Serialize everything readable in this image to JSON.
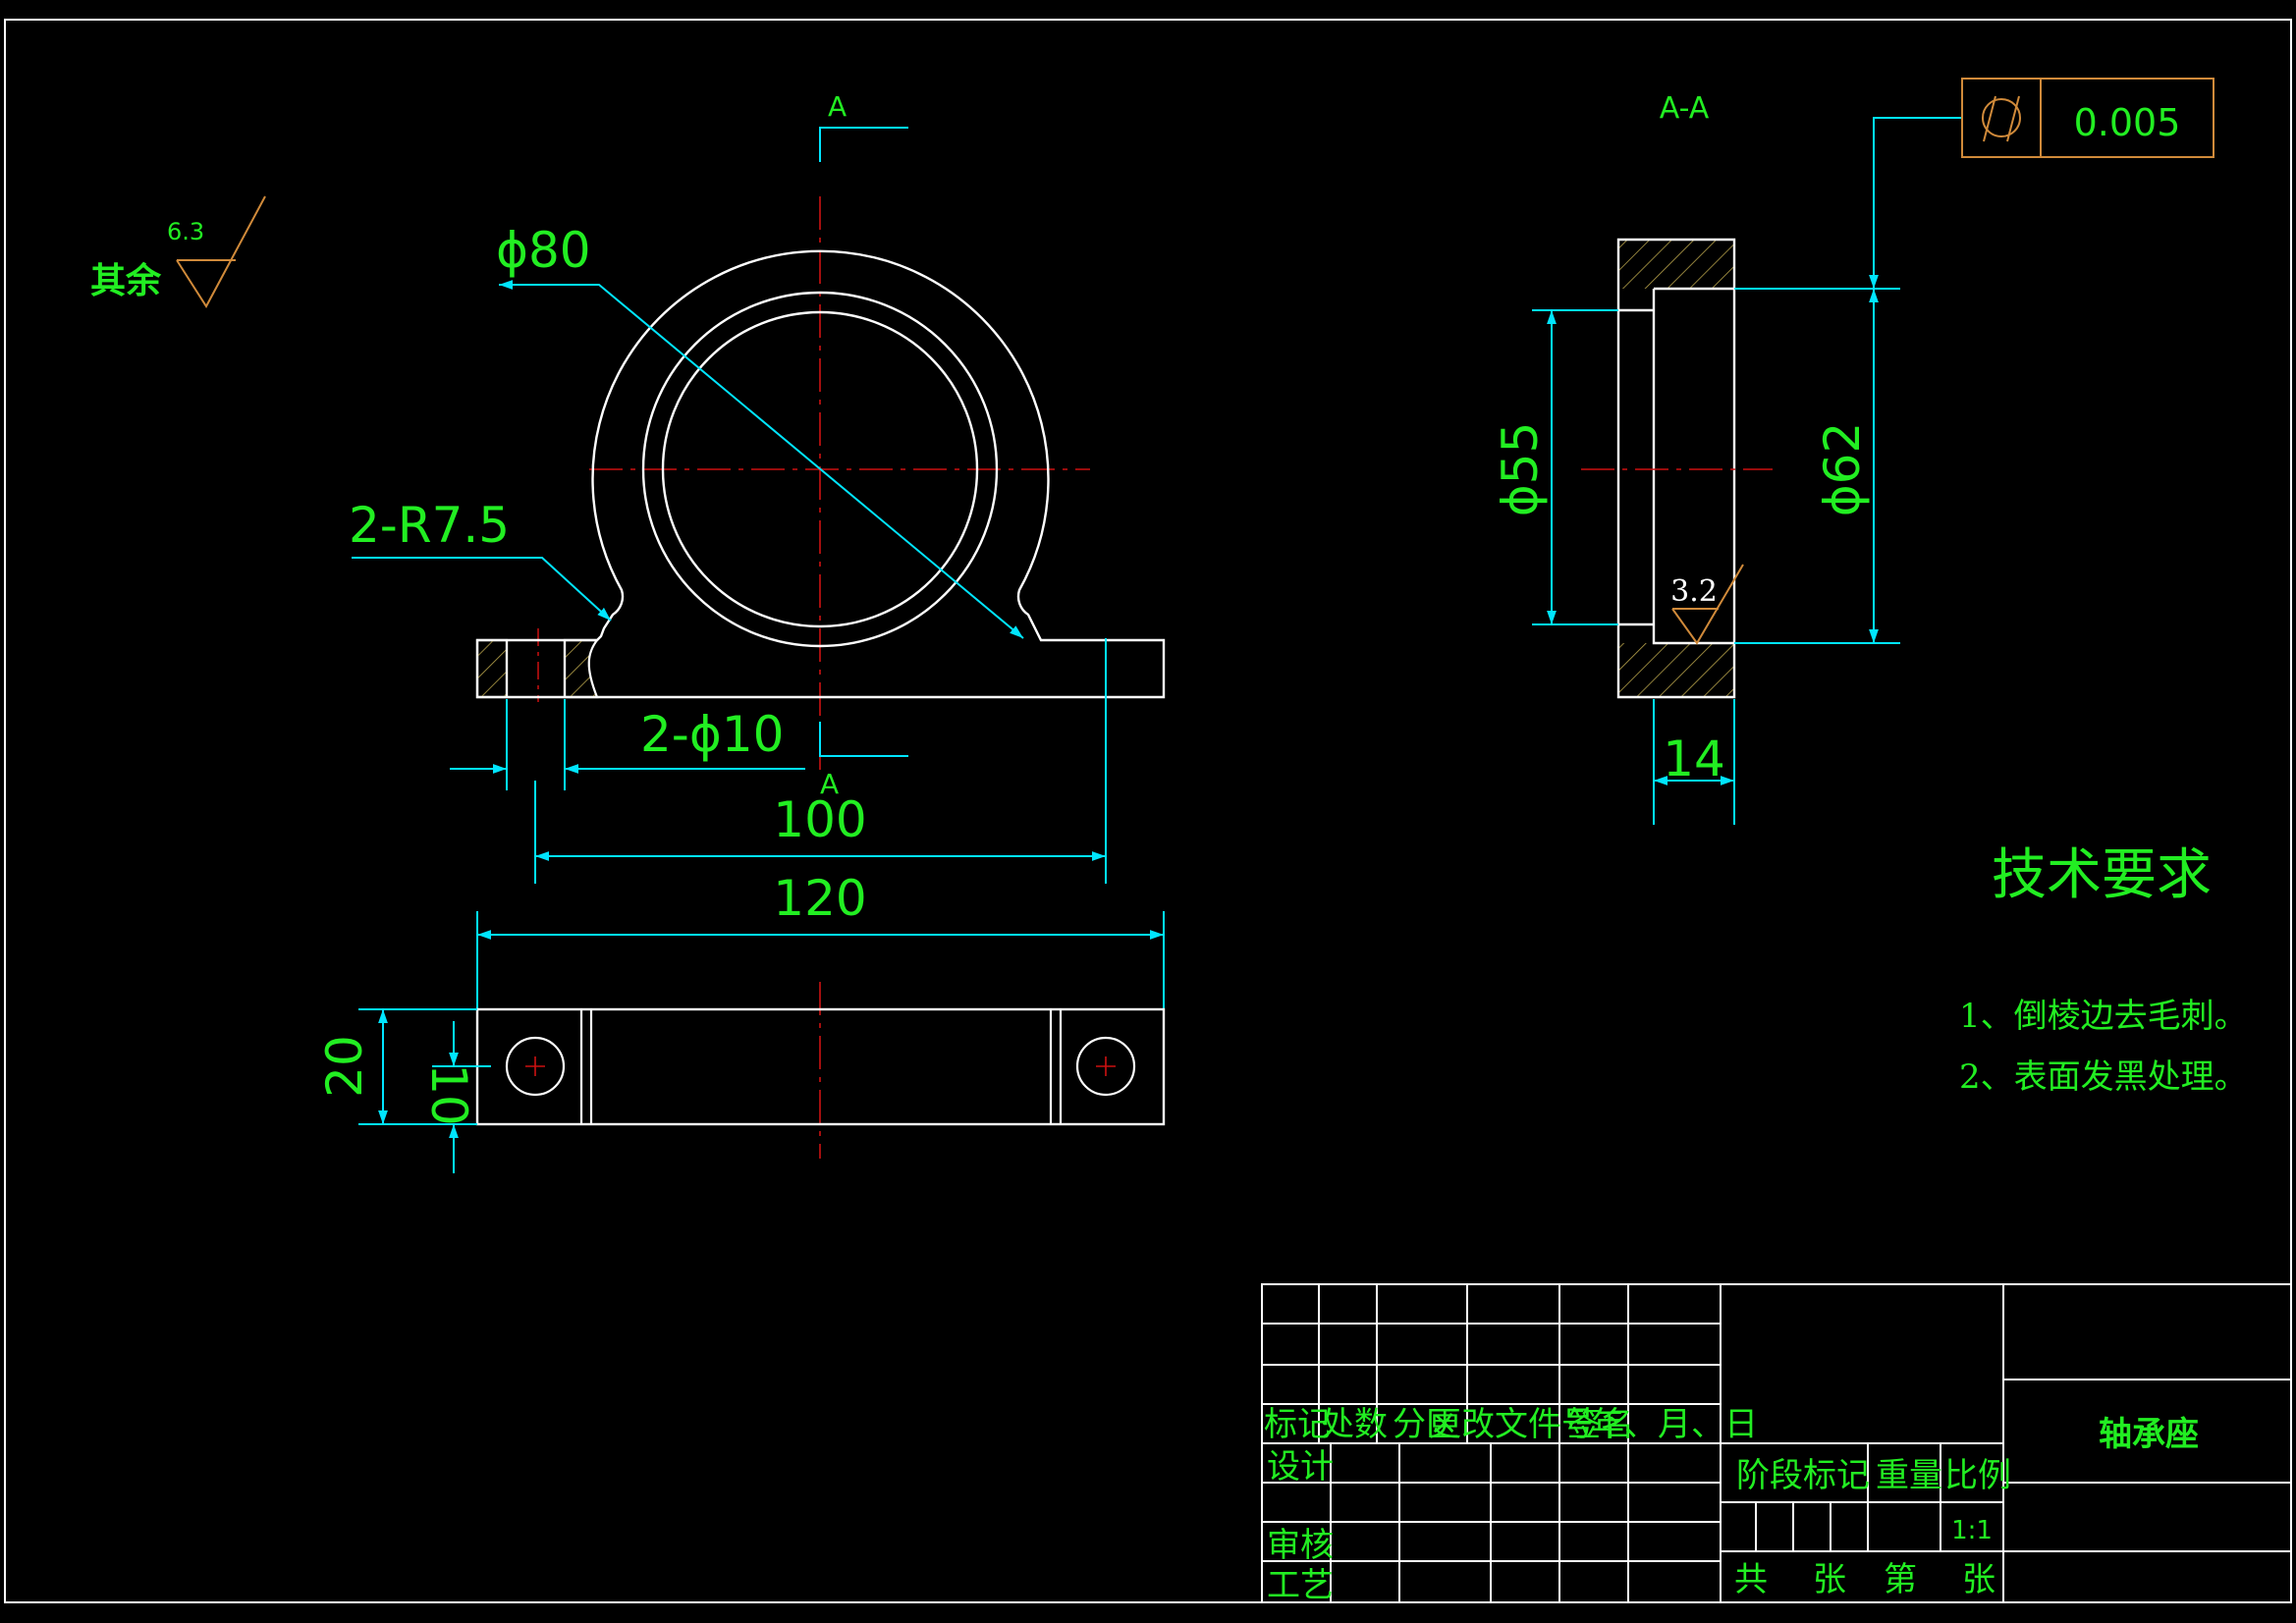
{
  "colors": {
    "background": "#000000",
    "outline": "#ffffff",
    "dimension": "#00e5ff",
    "text": "#22ee22",
    "centerline": "#cc1111",
    "hatch": "#b5a14a",
    "tolerance_frame": "#d08a3a",
    "roughness": "#d08a3a"
  },
  "section_marks": {
    "top": "A",
    "bottom": "A",
    "view_title": "A-A"
  },
  "roughness": {
    "general_label": "其余",
    "general_value": "6.3",
    "bore_value": "3.2"
  },
  "tolerance": {
    "symbol": "cylindricity",
    "value": "0.005"
  },
  "dimensions": {
    "outer_diameter": "ϕ80",
    "fillet": "2-R7.5",
    "holes": "2-ϕ10",
    "hole_pitch": "100",
    "total_length": "120",
    "base_width": "20",
    "hole_offset": "10",
    "bore_small": "ϕ55",
    "bore_large": "ϕ62",
    "depth": "14"
  },
  "technical_requirements": {
    "title": "技术要求",
    "items": [
      "1、倒棱边去毛刺。",
      "2、表面发黑处理。"
    ]
  },
  "title_block": {
    "row_labels": [
      "标记",
      "处数",
      "分区",
      "更改文件号",
      "签名",
      "年、月、日"
    ],
    "design": "设计",
    "review": "审核",
    "process": "工艺",
    "stage_mark": "阶段标记",
    "weight": "重量",
    "ratio": "比例",
    "scale": "1:1",
    "total": "共",
    "sheets": "张",
    "sheet_no": "第",
    "sheet_unit": "张",
    "part_name": "轴承座"
  }
}
